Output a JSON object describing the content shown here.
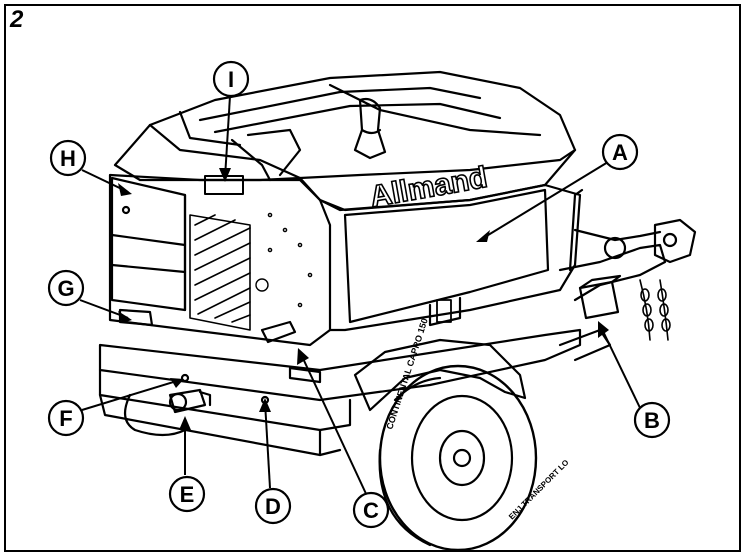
{
  "figure": {
    "number": "2"
  },
  "brand": {
    "text": "Allmand"
  },
  "tire": {
    "text1": "CONTINENTAL CAPRO 150",
    "text2": "ENJ TRANSPORT LO"
  },
  "callouts": [
    {
      "id": "A",
      "label": "A"
    },
    {
      "id": "B",
      "label": "B"
    },
    {
      "id": "C",
      "label": "C"
    },
    {
      "id": "D",
      "label": "D"
    },
    {
      "id": "E",
      "label": "E"
    },
    {
      "id": "F",
      "label": "F"
    },
    {
      "id": "G",
      "label": "G"
    },
    {
      "id": "H",
      "label": "H"
    },
    {
      "id": "I",
      "label": "I"
    }
  ],
  "colors": {
    "line": "#000000",
    "background": "#ffffff",
    "watermark": "#e8eef8"
  }
}
